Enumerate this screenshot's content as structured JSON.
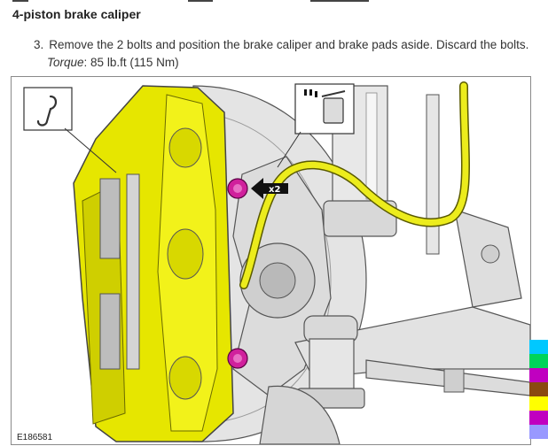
{
  "section": {
    "title": "4-piston brake caliper"
  },
  "step": {
    "number": "3.",
    "text": "Remove the 2 bolts and position the brake caliper and brake pads aside. Discard the bolts.",
    "torque_label": "Torque",
    "torque_value": ": 85 lb.ft (115 Nm)"
  },
  "figure": {
    "id": "E186581",
    "callout": "x2",
    "icons": [
      "hook-icon",
      "discard-bin-icon"
    ]
  },
  "legend": {
    "colors": [
      "#00c8ff",
      "#00d45a",
      "#c000c0",
      "#8a4a10",
      "#ffff00",
      "#c000c0",
      "#9999ff"
    ]
  }
}
